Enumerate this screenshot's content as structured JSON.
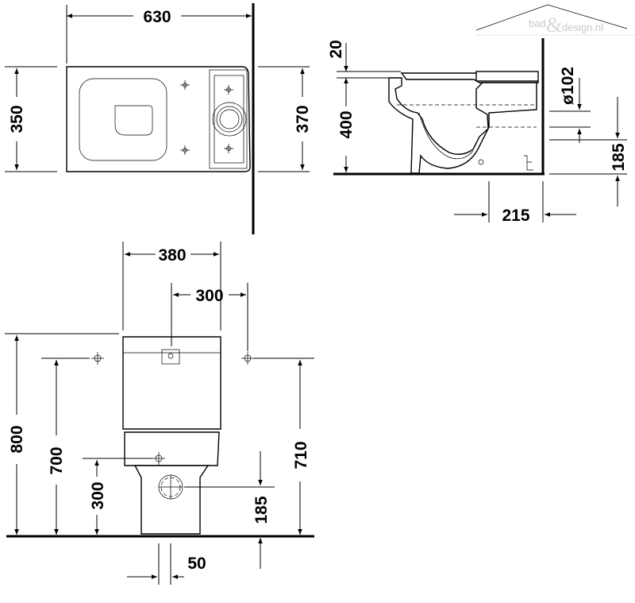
{
  "watermark": {
    "left": "bad",
    "amp": "&",
    "right": "design.nl"
  },
  "top_view": {
    "length": "630",
    "depth_left": "350",
    "depth_right": "370"
  },
  "side_view": {
    "seat_gap": "20",
    "height": "400",
    "pipe_diameter": "ø102",
    "outlet_height": "185",
    "outlet_wall": "215"
  },
  "front_view": {
    "width": "380",
    "fixing_spacing": "300",
    "total_height": "800",
    "fixing_height_left": "700",
    "fixing_height_right": "710",
    "inlet_height": "300",
    "outlet_height": "185",
    "outlet_offset": "50"
  },
  "colors": {
    "line": "#000000",
    "watermark": "#c8c8c8"
  }
}
